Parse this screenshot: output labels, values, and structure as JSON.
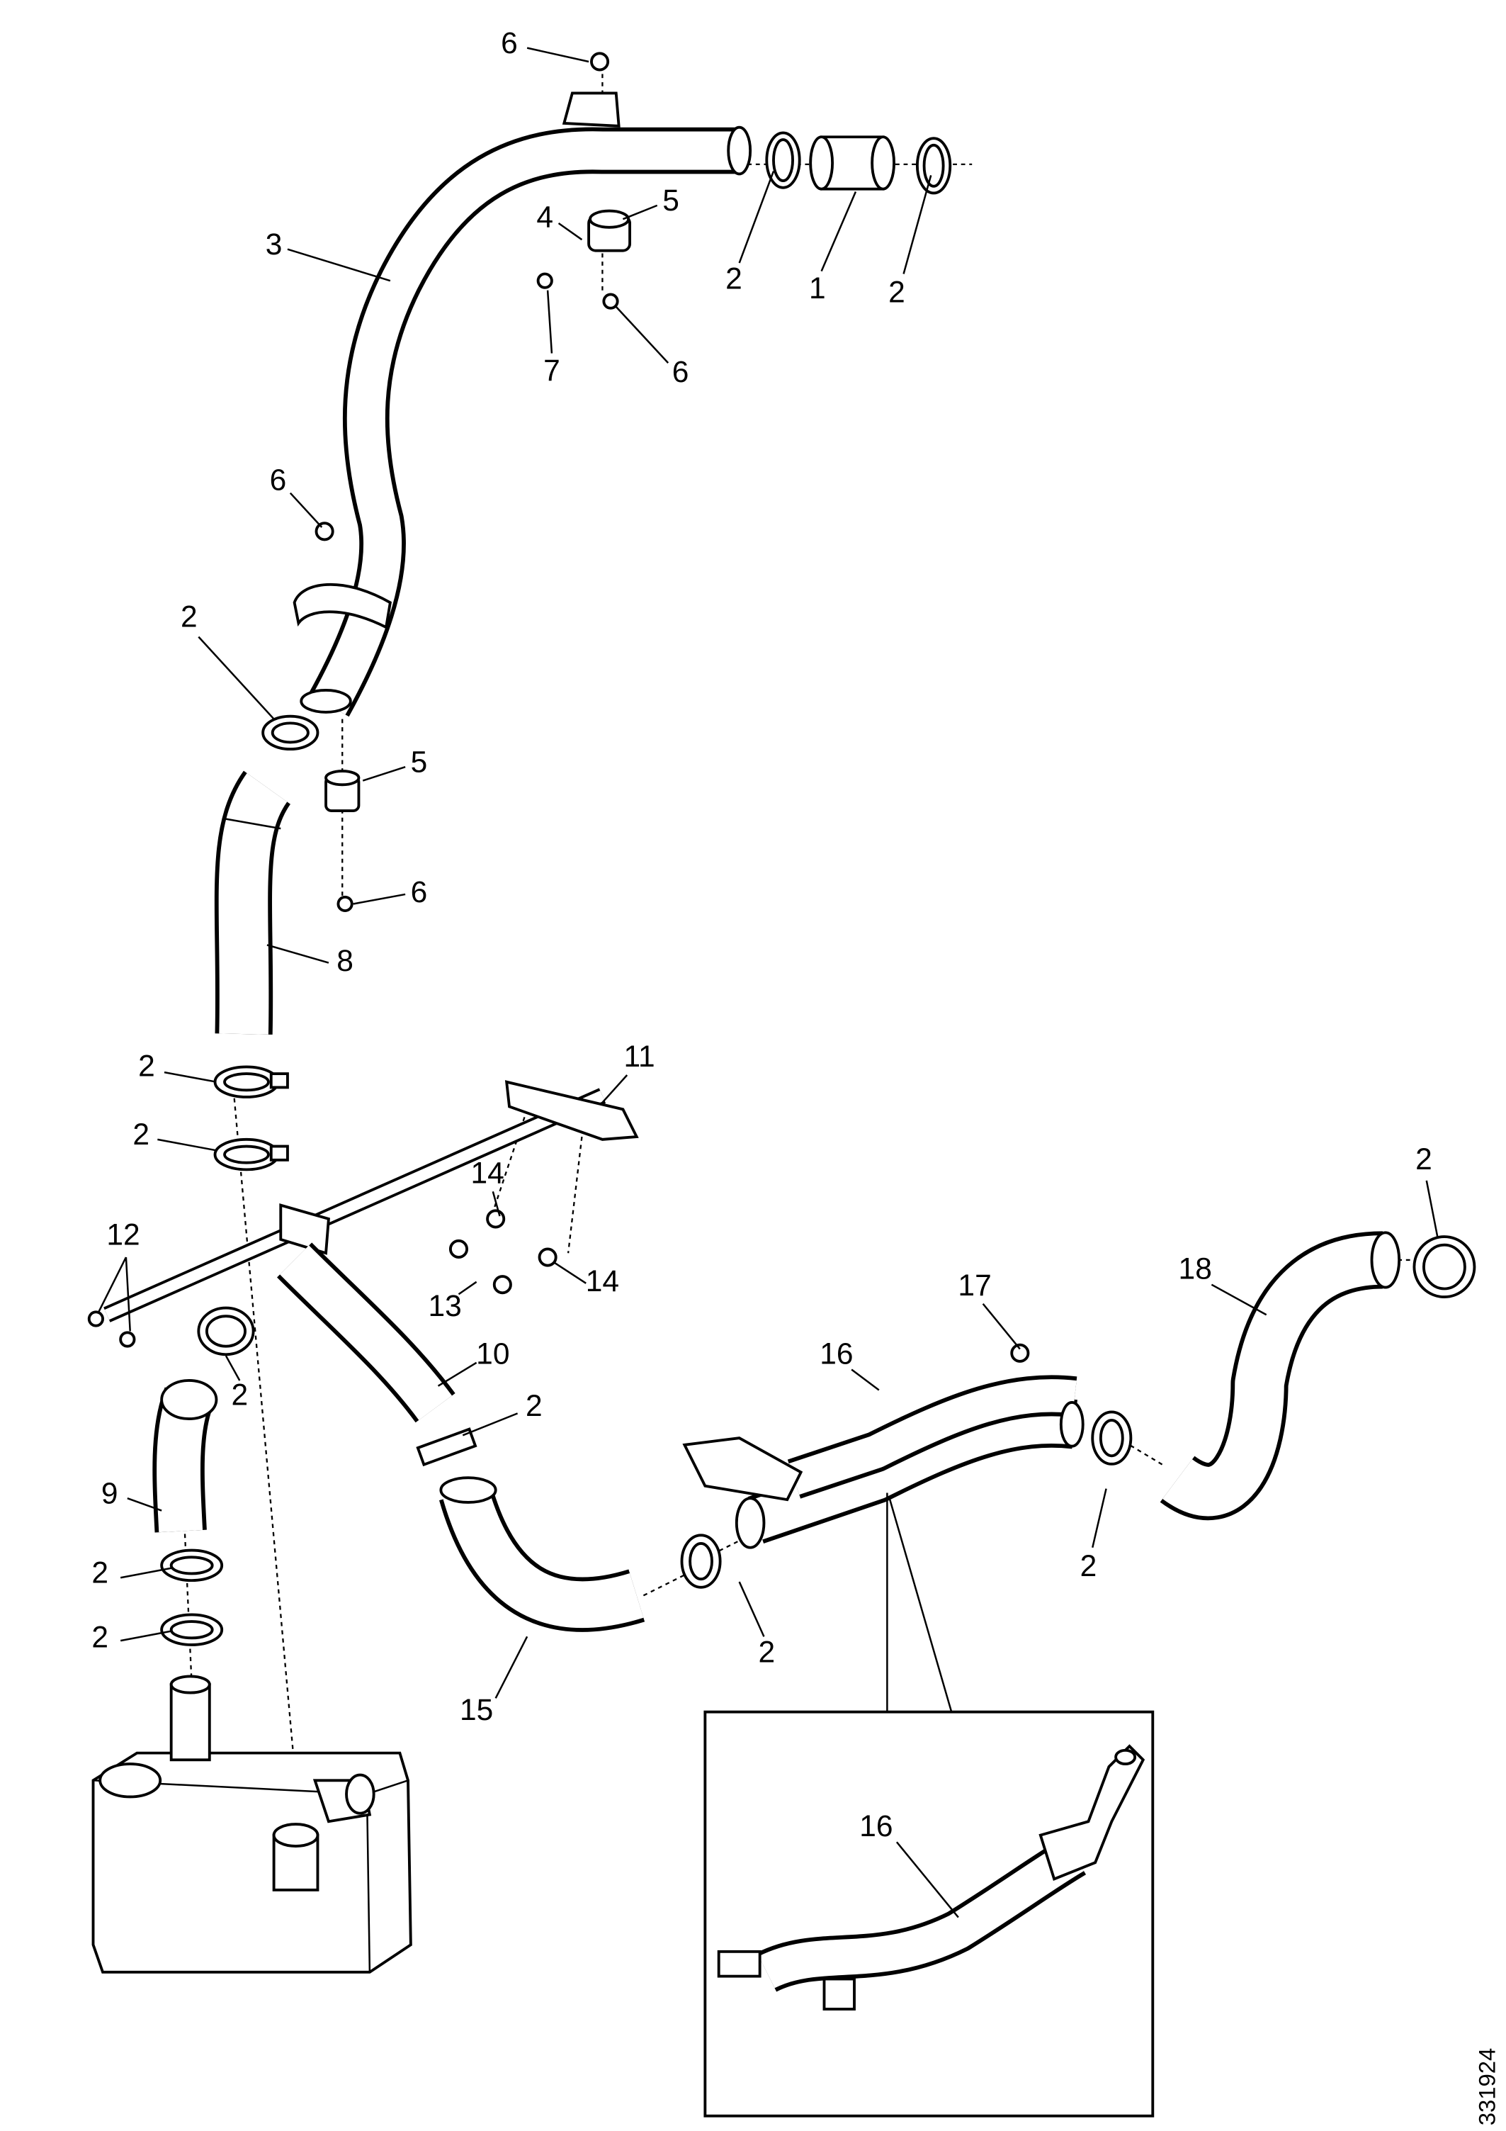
{
  "diagram": {
    "figure_id": "331924",
    "callouts": [
      "6",
      "3",
      "4",
      "5",
      "2",
      "1",
      "2",
      "7",
      "6",
      "6",
      "2",
      "5",
      "6",
      "8",
      "2",
      "11",
      "2",
      "14",
      "12",
      "13",
      "14",
      "17",
      "18",
      "2",
      "16",
      "10",
      "2",
      "2",
      "9",
      "2",
      "2",
      "2",
      "2",
      "15",
      "16"
    ]
  }
}
